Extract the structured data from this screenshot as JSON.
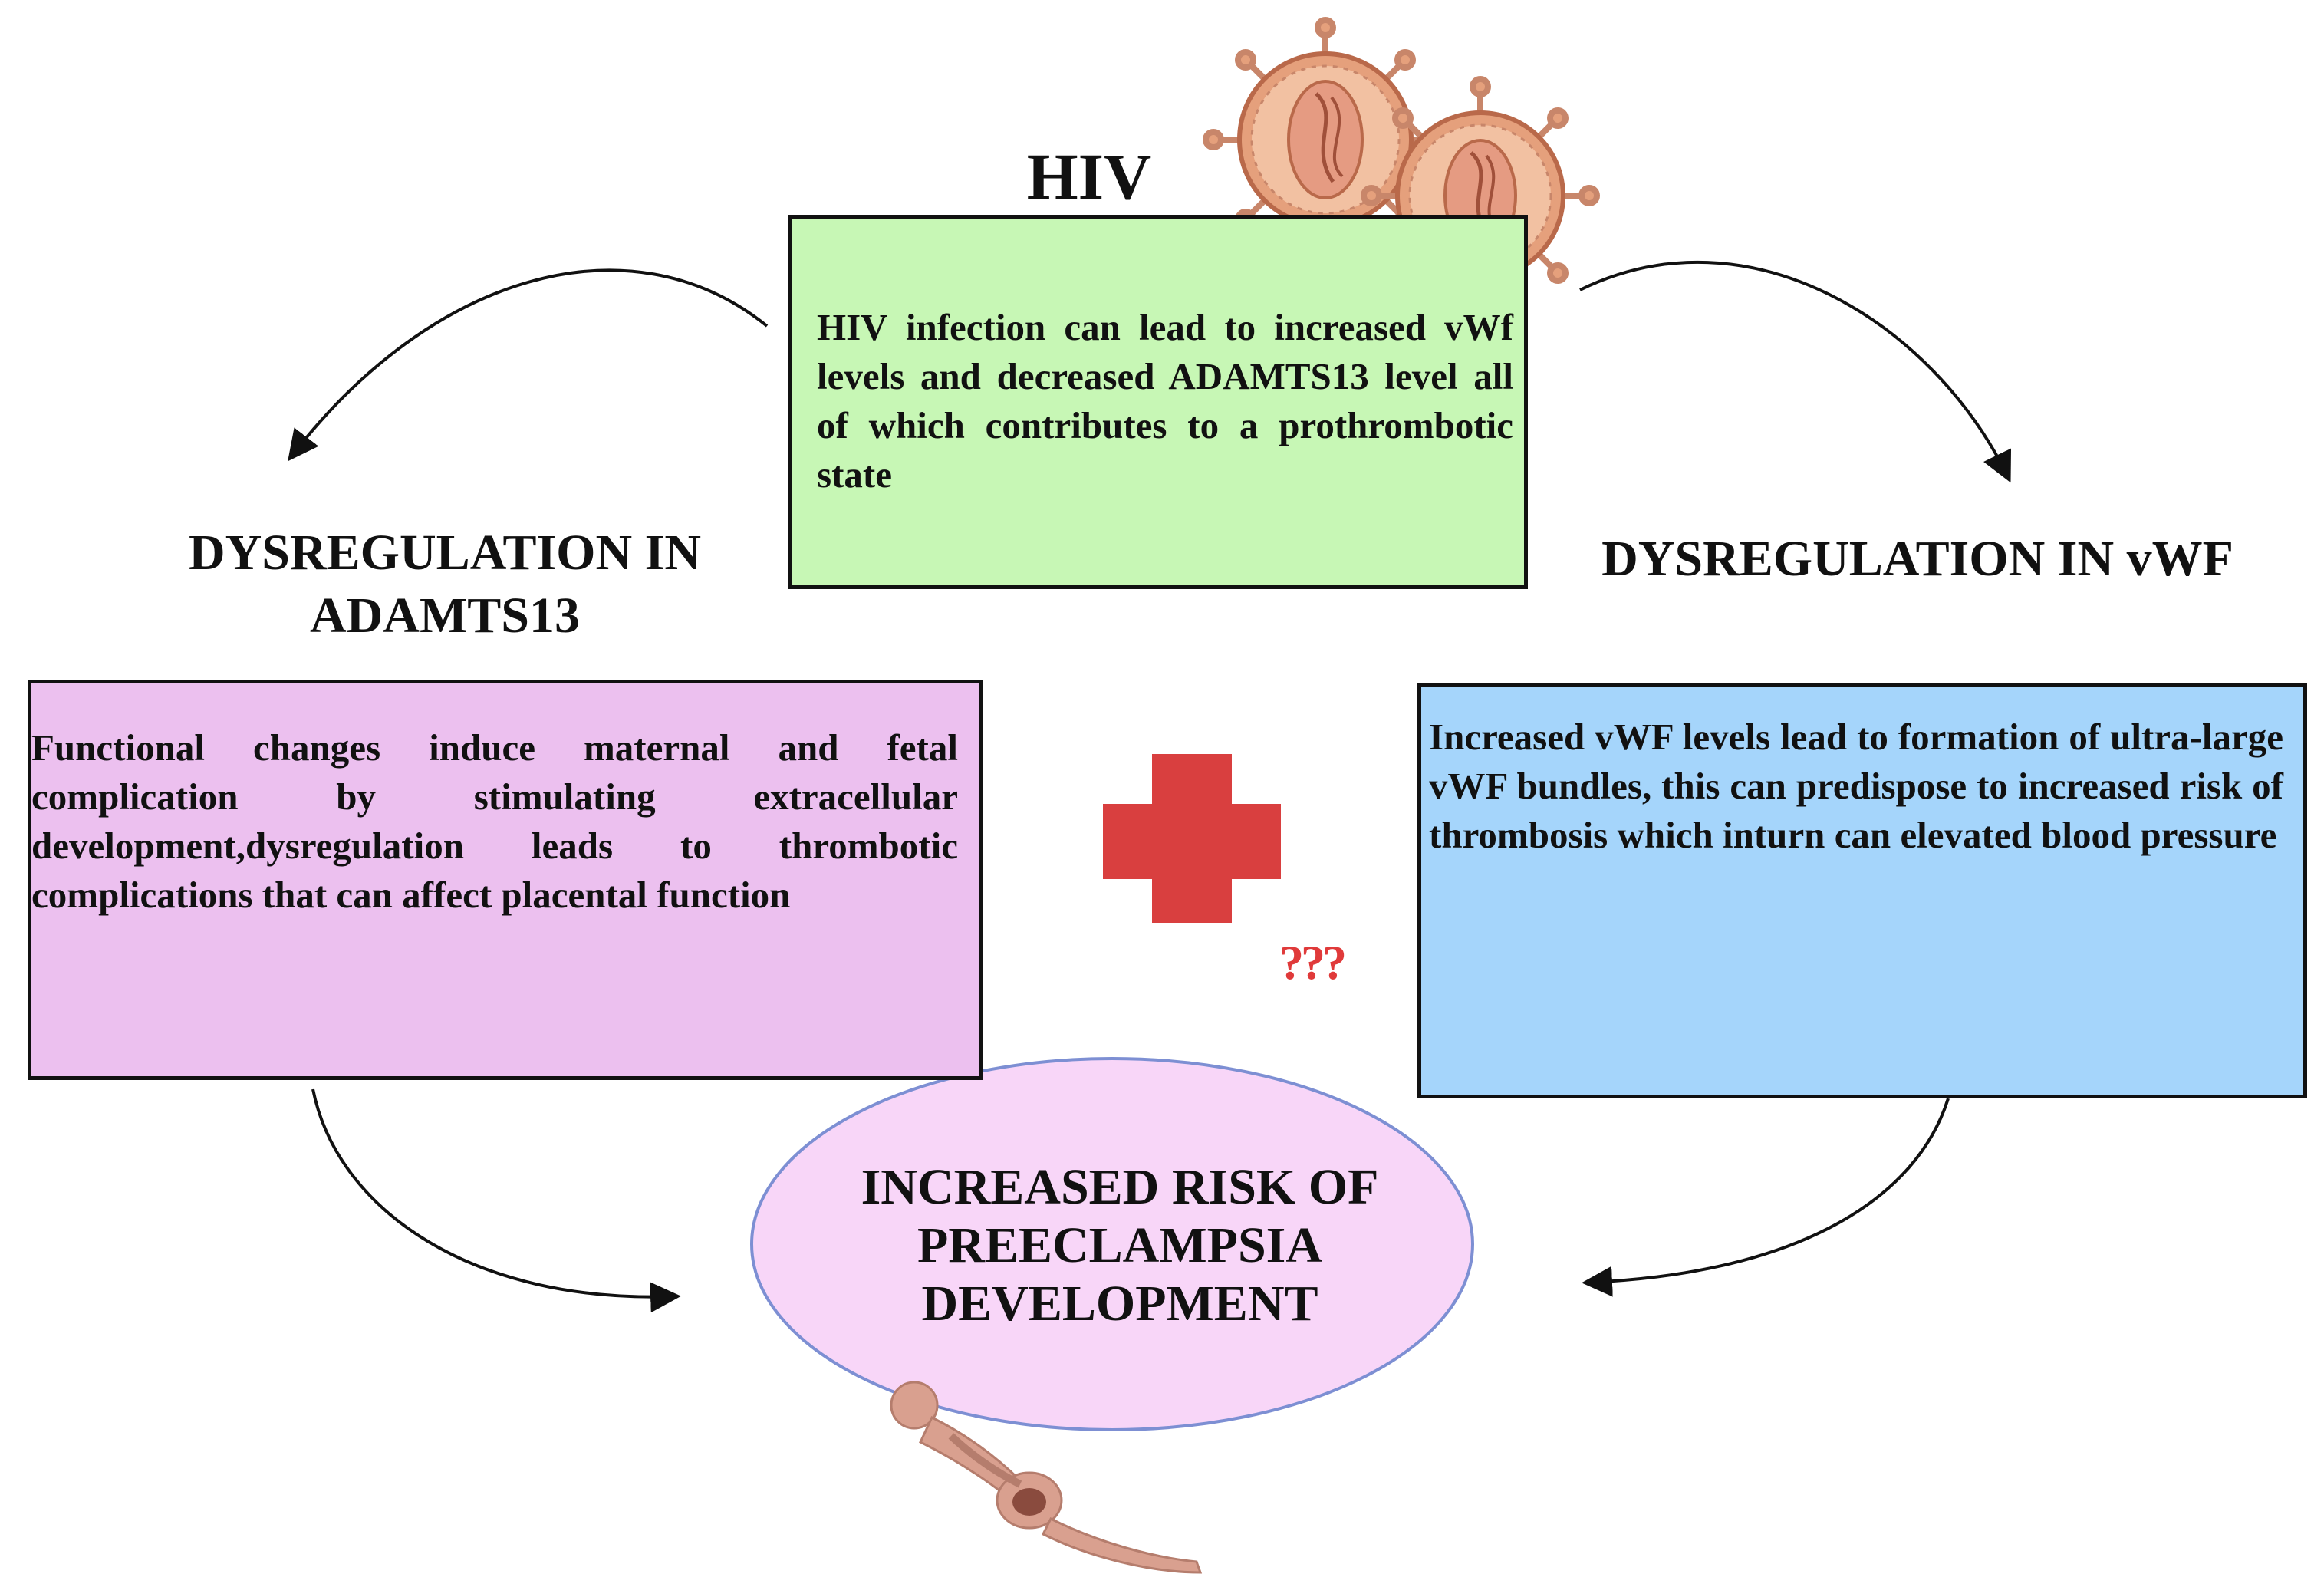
{
  "hiv": {
    "title": "HIV",
    "description": "HIV infection can lead to increased vWf levels and decreased ADAMTS13 level all of which contributes to a prothrombotic state"
  },
  "left": {
    "title": "DYSREGULATION IN ADAMTS13",
    "description": "Functional changes induce maternal and fetal complication by stimulating extracellular development,dysregulation leads to thrombotic complications that can affect placental function"
  },
  "right": {
    "title": "DYSREGULATION IN vWF",
    "description": "Increased vWF levels lead to formation of ultra-large vWF bundles, this can predispose to increased risk of thrombosis which inturn can elevated blood pressure"
  },
  "outcome": {
    "text": "INCREASED RISK OF PREECLAMPSIA DEVELOPMENT"
  },
  "question_marks": "???",
  "colors": {
    "hiv_box": "#c7f7b5",
    "adamts13_box": "#ecc0ef",
    "vwf_box": "#a5d5fb",
    "oval": "#f8d6f8",
    "oval_border": "#7d8fd3",
    "plus": "#d93f3f",
    "virus": "#e5a07c",
    "figure": "#d9a08f"
  },
  "icons": [
    "virus-icon",
    "plus-icon",
    "pregnant-woman-icon"
  ]
}
